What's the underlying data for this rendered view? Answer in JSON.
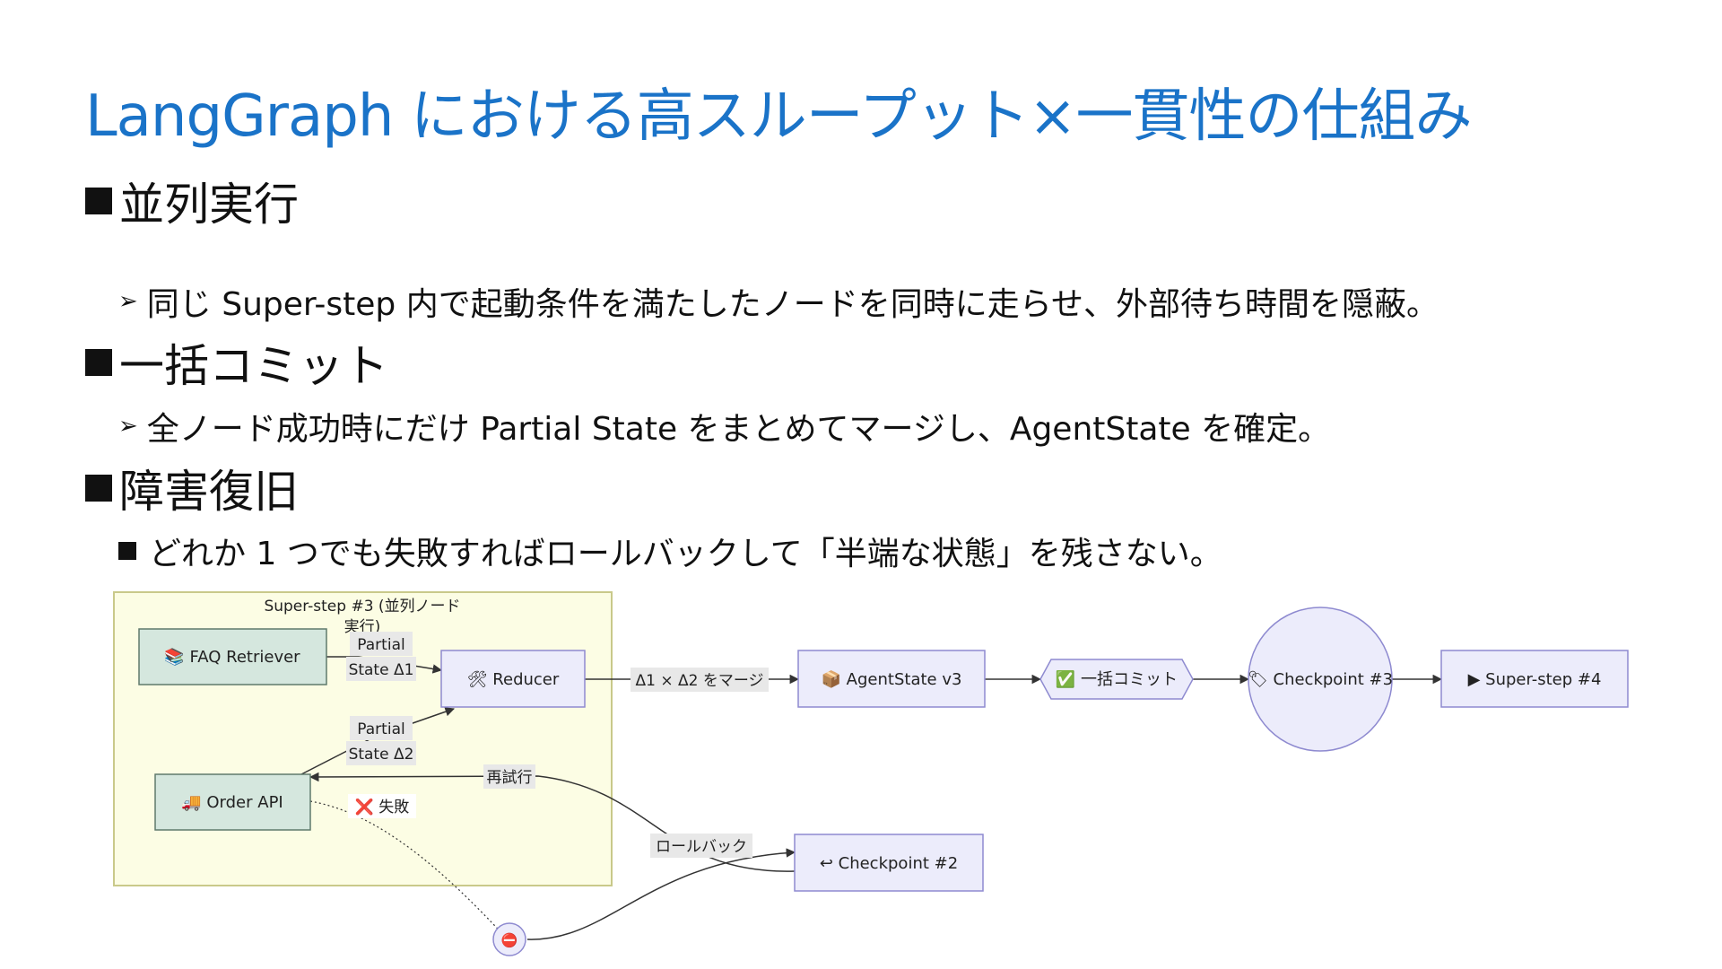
{
  "slide": {
    "title": "LangGraph における高スループット×一貫性の仕組み"
  },
  "sections": [
    {
      "heading": "並列実行",
      "bullet": "同じ Super-step 内で起動条件を満たしたノードを同時に走らせ、外部待ち時間を隠蔽。",
      "marker": "arrow"
    },
    {
      "heading": "一括コミット",
      "bullet": "全ノード成功時にだけ Partial State をまとめてマージし、AgentState を確定。",
      "marker": "arrow"
    },
    {
      "heading": "障害復旧",
      "bullet": "どれか 1 つでも失敗すればロールバックして「半端な状態」を残さない。",
      "marker": "square"
    }
  ],
  "diagram": {
    "group_label_1": "Super-step #3  (並列ノード",
    "group_label_2": "実行)",
    "nodes": {
      "faq": "📚 FAQ Retriever",
      "order": "🚚 Order API",
      "reducer": "🛠 Reducer",
      "agentstate": "📦 AgentState v3",
      "commit": "✅ 一括コミット",
      "checkpoint3": "🏷 Checkpoint #3",
      "superstep4": "▶ Super-step #4",
      "checkpoint2": "↩ Checkpoint #2",
      "fail_node": "⛔"
    },
    "edges": {
      "partial1_line1": "Partial",
      "partial1_line2": "State Δ1",
      "partial2_line1": "Partial",
      "partial2_line2": "State Δ2",
      "merge": "Δ1 × Δ2 をマージ",
      "retry": "再試行",
      "fail": "❌ 失敗",
      "rollback": "ロールバック"
    },
    "colors": {
      "group_fill": "#fcfde4",
      "group_stroke": "#c9c98a",
      "worker_fill": "#d5e7de",
      "worker_stroke": "#5f7a6c",
      "node_fill": "#ececfb",
      "node_stroke": "#8e8ad0",
      "edge": "#333333",
      "label_bg": "#e8e8e8"
    }
  }
}
